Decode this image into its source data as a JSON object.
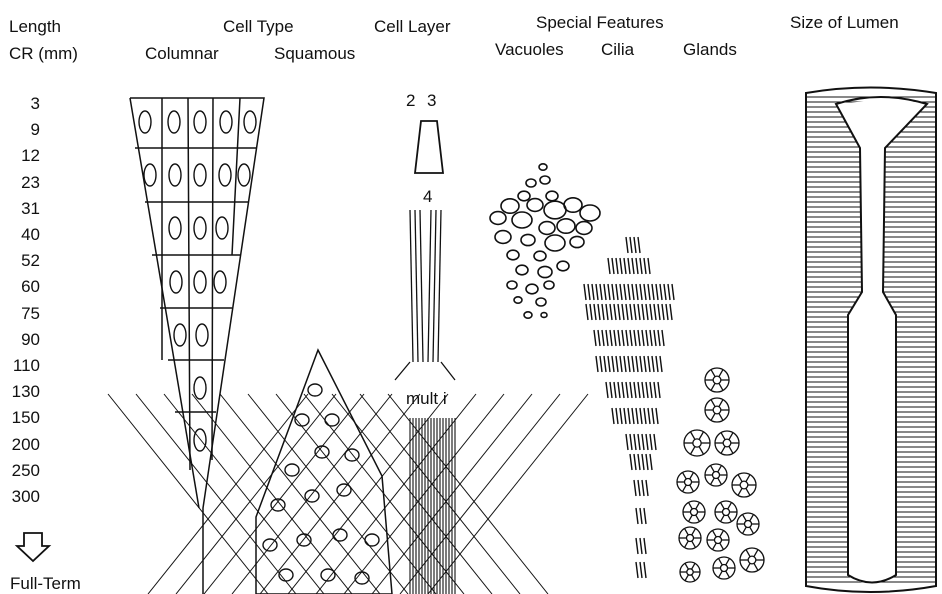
{
  "headers": {
    "length": "Length",
    "cr": "CR (mm)",
    "cell_type": "Cell Type",
    "columnar": "Columnar",
    "squamous": "Squamous",
    "cell_layer": "Cell Layer",
    "special_features": "Special Features",
    "vacuoles": "Vacuoles",
    "cilia": "Cilia",
    "glands": "Glands",
    "lumen": "Size of Lumen"
  },
  "lengths": [
    "3",
    "9",
    "12",
    "23",
    "31",
    "40",
    "52",
    "60",
    "75",
    "90",
    "110",
    "130",
    "150",
    "200",
    "250",
    "300"
  ],
  "full_term": "Full-Term",
  "layers": {
    "top_a": "2",
    "top_b": "3",
    "mid": "4",
    "multi": "mult i"
  }
}
